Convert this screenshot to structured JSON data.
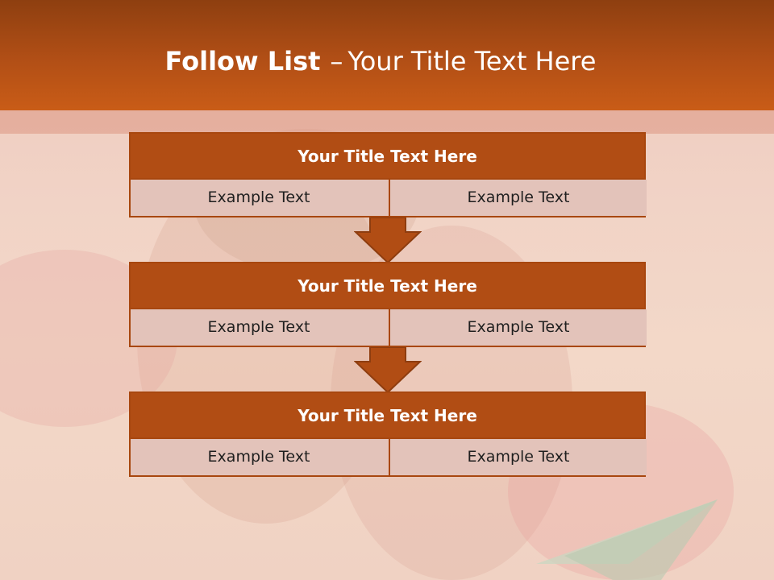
{
  "slide": {
    "title_bold": "Follow List",
    "title_separator": "–",
    "title_rest": "Your Title Text Here"
  },
  "steps": [
    {
      "title": "Your Title Text Here",
      "left": "Example Text",
      "right": "Example Text"
    },
    {
      "title": "Your Title Text Here",
      "left": "Example Text",
      "right": "Example Text"
    },
    {
      "title": "Your Title Text Here",
      "left": "Example Text",
      "right": "Example Text"
    }
  ],
  "colors": {
    "header": "#b24f16",
    "box_title": "#b14d14",
    "box_border": "#a8470f",
    "cell_fill": "#e3c3ba",
    "arrow": "#b14d14"
  }
}
